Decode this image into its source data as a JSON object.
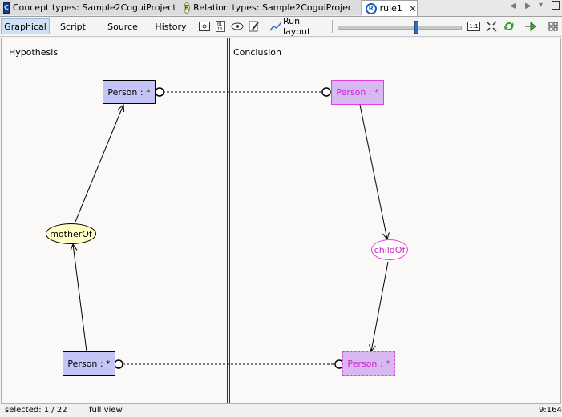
{
  "tabs": [
    {
      "label": "Concept types: Sample2CoguiProject",
      "icon": "C",
      "active": false
    },
    {
      "label": "Relation types: Sample2CoguiProject",
      "icon": "R",
      "active": false
    },
    {
      "label": "rule1",
      "icon": "R",
      "active": true
    }
  ],
  "toolbar": {
    "graphical": "Graphical",
    "script": "Script",
    "source": "Source",
    "history": "History",
    "run_layout": "Run layout",
    "zoom_level": 0.64,
    "actual_size": "1:1"
  },
  "canvas": {
    "hypothesis_label": "Hypothesis",
    "conclusion_label": "Conclusion",
    "nodes": {
      "h_person_top": "Person : *",
      "h_relation": "motherOf",
      "h_person_bottom": "Person : *",
      "c_person_top": "Person : *",
      "c_relation": "childOf",
      "c_person_bottom": "Person : *"
    }
  },
  "status": {
    "selected": "selected: 1 / 22",
    "view": "full view",
    "position": "9:164"
  },
  "colors": {
    "concept_fill": "#c4c4f6",
    "relation_fill": "#ffffc4",
    "conclusion_accent": "#e040e0"
  }
}
